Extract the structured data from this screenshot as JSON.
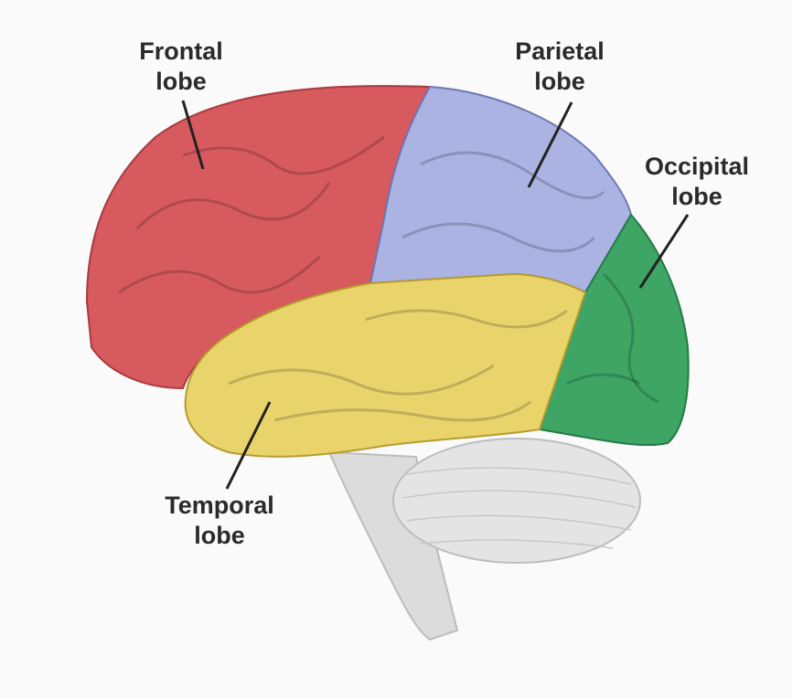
{
  "labels": {
    "frontal": {
      "line1": "Frontal",
      "line2": "lobe"
    },
    "parietal": {
      "line1": "Parietal",
      "line2": "lobe"
    },
    "occipital": {
      "line1": "Occipital",
      "line2": "lobe"
    },
    "temporal": {
      "line1": "Temporal",
      "line2": "lobe"
    }
  },
  "colors": {
    "frontal": "#d65a5e",
    "parietal": "#aab3e2",
    "occipital": "#3ea565",
    "temporal": "#e9d46c",
    "cerebellum": "#e2e2e2",
    "brainstem": "#dcdcdc"
  }
}
